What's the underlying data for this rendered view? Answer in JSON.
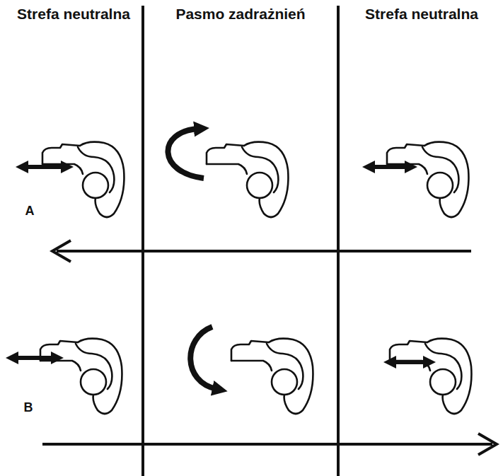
{
  "diagram": {
    "labels": [
      "Strefa neutralna",
      "Pasmo zadrażnień",
      "Strefa neutralna",
      "A",
      "B"
    ]
  }
}
